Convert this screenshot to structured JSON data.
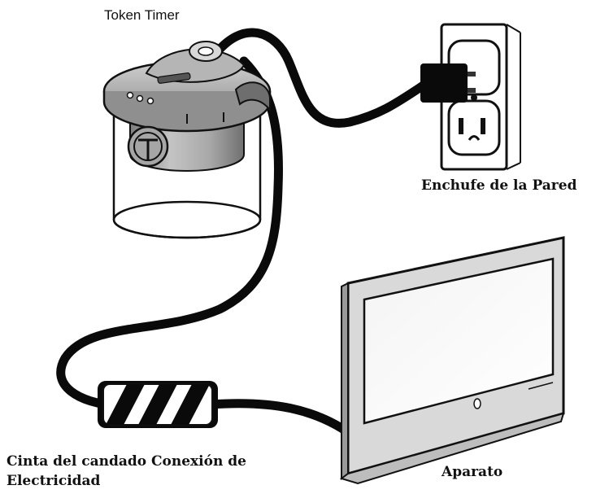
{
  "labels": {
    "token_timer": "Token Timer",
    "wall_outlet": "Enchufe de la Pared",
    "appliance": "Aparato",
    "lock_tape_line1": "Cinta del candado Conexión de",
    "lock_tape_line2": "Electricidad"
  },
  "colors": {
    "cable": "#0a0a0a",
    "device_gray": "#9a9a9a",
    "outline": "#111111",
    "tv_frame": "#d9d9d9"
  }
}
